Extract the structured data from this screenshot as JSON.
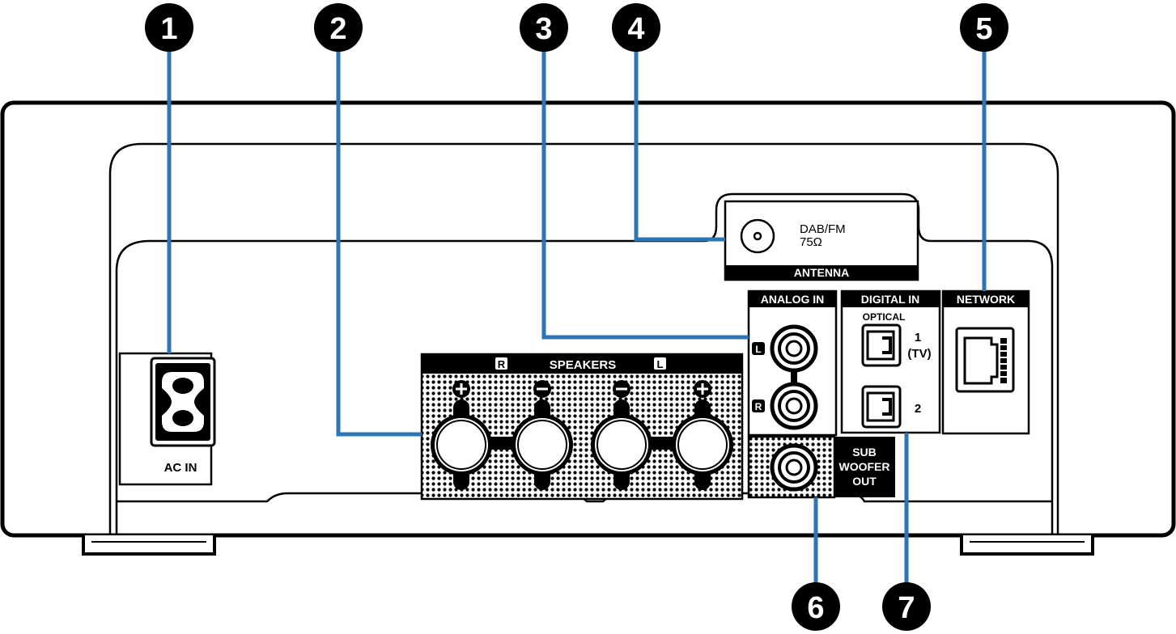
{
  "callouts": [
    "1",
    "2",
    "3",
    "4",
    "5",
    "6",
    "7"
  ],
  "labels": {
    "ac_in": "AC IN",
    "speakers": "SPEAKERS",
    "speaker_r": "R",
    "speaker_l": "L",
    "analog_in": "ANALOG IN",
    "analog_l": "L",
    "analog_r": "R",
    "digital_in": "DIGITAL IN",
    "optical": "OPTICAL",
    "optical_1": "1",
    "optical_1_sub": "(TV)",
    "optical_2": "2",
    "network": "NETWORK",
    "antenna": "ANTENNA",
    "antenna_line1": "DAB/FM",
    "antenna_line2": "75Ω",
    "subwoofer_line1": "SUB",
    "subwoofer_line2": "WOOFER",
    "subwoofer_line3": "OUT"
  },
  "colors": {
    "leader_line": "#2e75b6",
    "outline": "#000000",
    "background": "#ffffff"
  }
}
